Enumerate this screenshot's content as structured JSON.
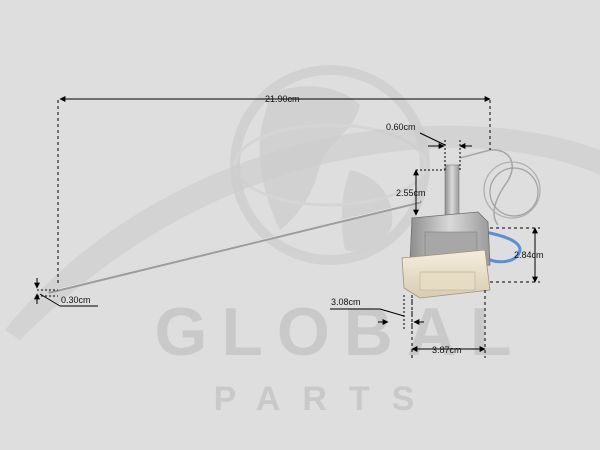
{
  "image": {
    "watermark_brand": "GLOBAL",
    "watermark_sub": "PARTS",
    "colors": {
      "background": "#dedede",
      "watermark": "#c6c6c6",
      "dimension_line": "#000000",
      "capillary_blue": "#5b8fd6",
      "metal": "#b9b9b9",
      "ceramic": "#efe6d2"
    }
  },
  "dimensions": {
    "overall_length": "21.90cm",
    "shaft_diameter": "0.60cm",
    "shaft_height": "2.55cm",
    "housing_height": "2.84cm",
    "bulb_diameter": "0.30cm",
    "depth": "3.08cm",
    "width": "3.87cm"
  }
}
